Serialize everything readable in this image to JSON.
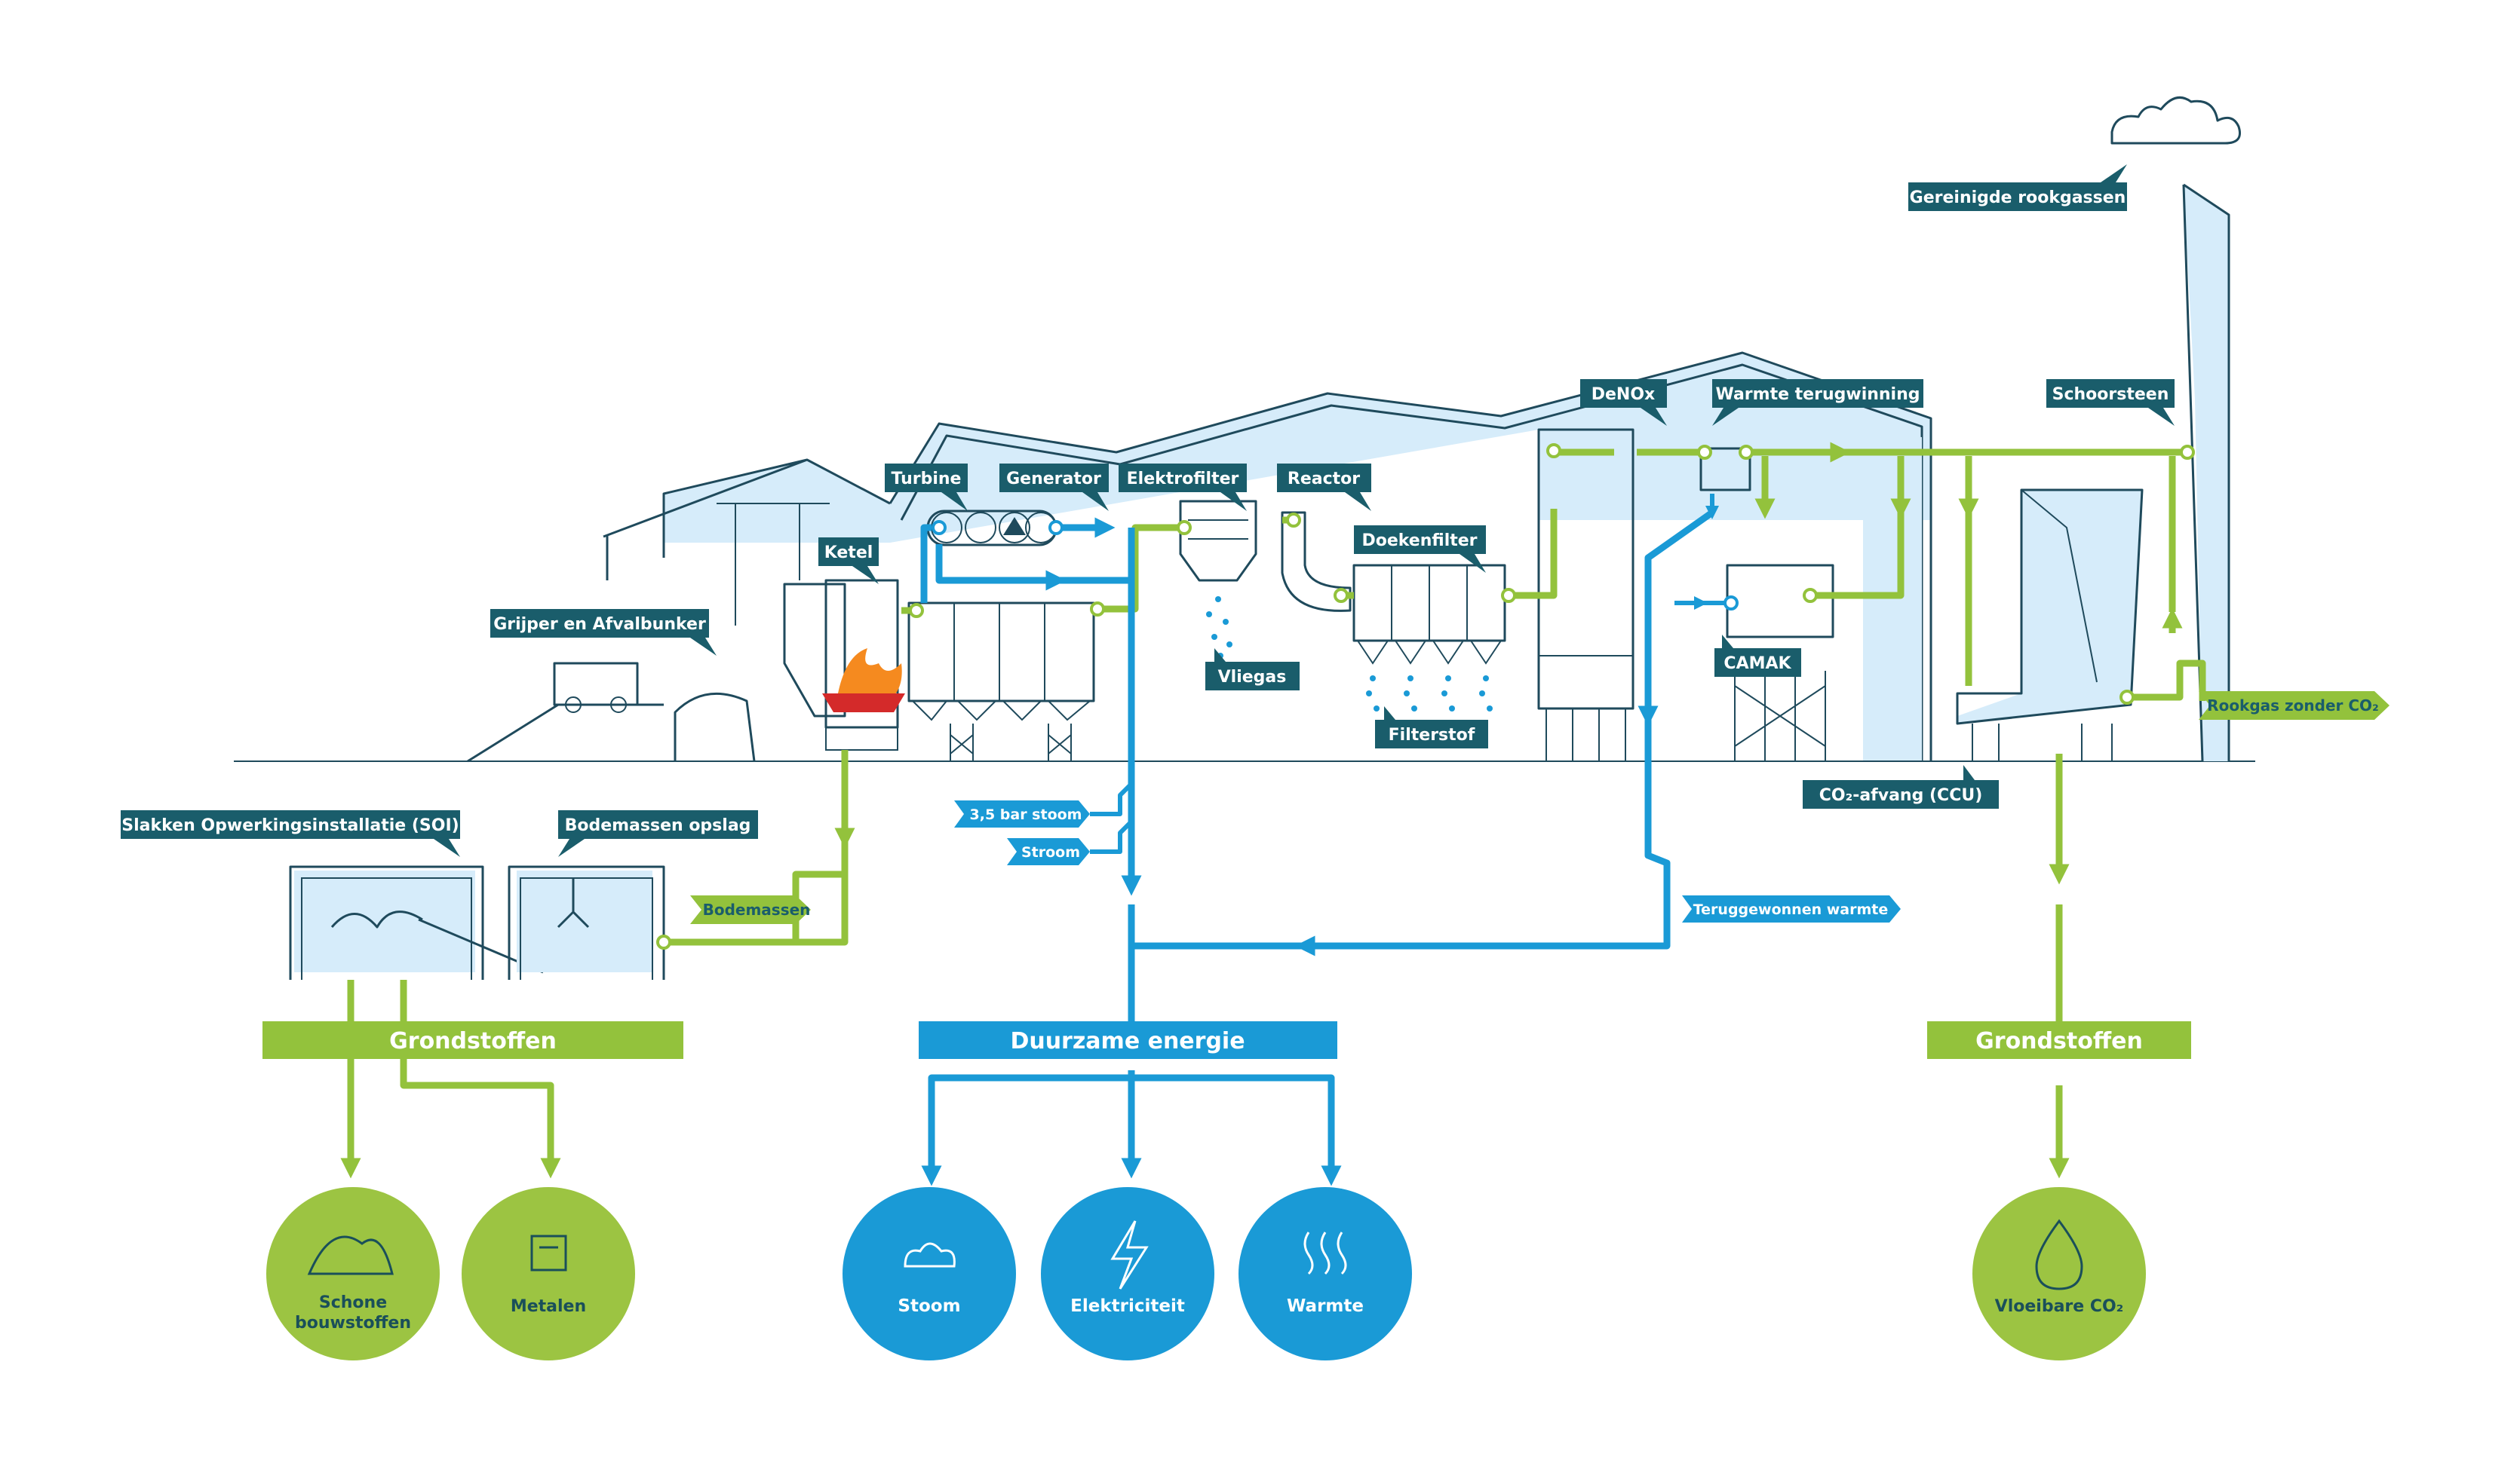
{
  "labels": {
    "grijper": "Grijper en Afvalbunker",
    "ketel": "Ketel",
    "turbine": "Turbine",
    "generator": "Generator",
    "elektrofilter": "Elektrofilter",
    "reactor": "Reactor",
    "doekenfilter": "Doekenfilter",
    "vliegas": "Vliegas",
    "filterstof": "Filterstof",
    "denox": "DeNOx",
    "warmte_terugwinning": "Warmte terugwinning",
    "camak": "CAMAK",
    "schoorsteen": "Schoorsteen",
    "gereinigde": "Gereinigde rookgassen",
    "co2_afvang": "CO₂-afvang (CCU)",
    "soi": "Slakken Opwerkingsinstallatie (SOI)",
    "bodemassen_opslag": "Bodemassen opslag"
  },
  "flow_labels": {
    "bodemassen": "Bodemassen",
    "stoom_35": "3,5 bar stoom",
    "stroom": "Stroom",
    "teruggewonnen": "Teruggewonnen warmte",
    "rookgas_zonder": "Rookgas zonder CO₂"
  },
  "bars": {
    "grondstoffen_left": "Grondstoffen",
    "duurzame": "Duurzame energie",
    "grondstoffen_right": "Grondstoffen"
  },
  "outputs": {
    "schone_line1": "Schone",
    "schone_line2": "bouwstoffen",
    "metalen": "Metalen",
    "stoom": "Stoom",
    "elektriciteit": "Elektriciteit",
    "warmte": "Warmte",
    "vloeibare": "Vloeibare CO₂"
  },
  "colors": {
    "green": "#93c23c",
    "blue": "#1a9ad6",
    "dark_teal": "#1a5d6b",
    "outline": "#1f4a5c",
    "hall_fill": "#d6ecfa"
  }
}
